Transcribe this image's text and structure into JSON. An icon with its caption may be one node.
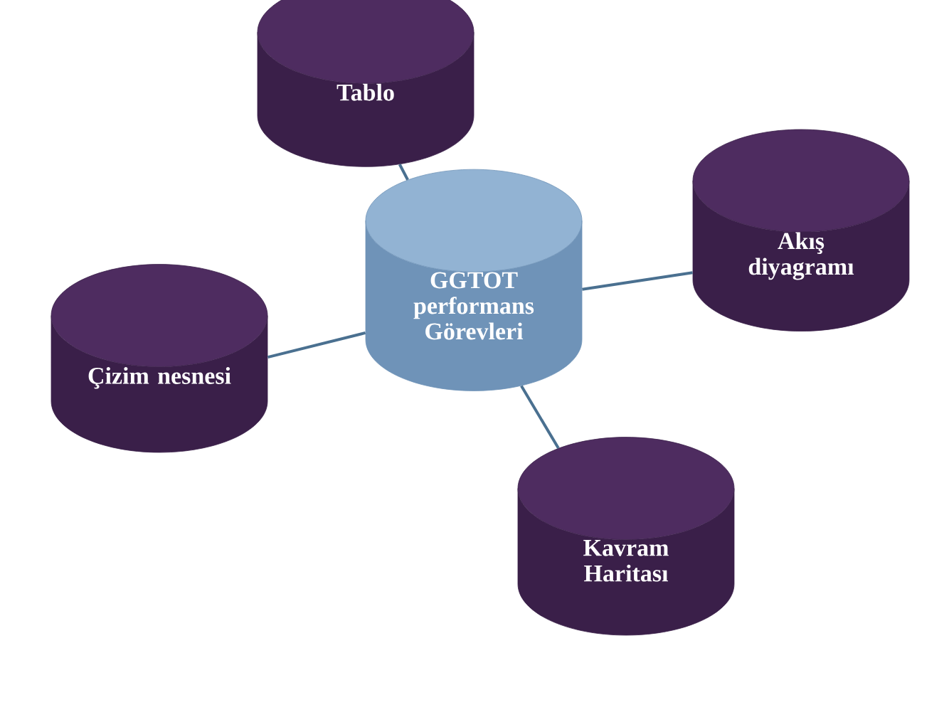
{
  "diagram": {
    "nodes": [
      {
        "text": [
          "Tablo"
        ]
      },
      {
        "text": [
          "Akış diyagramı"
        ]
      },
      {
        "text": [
          "GGTOT performans Görevleri"
        ]
      },
      {
        "text": [
          "Çizim nesnesi"
        ]
      },
      {
        "text": [
          "Kavram Haritası"
        ]
      }
    ],
    "edges": [
      {
        "from": 2,
        "to": 0,
        "arrow": "none"
      },
      {
        "from": 2,
        "to": 1,
        "arrow": "none"
      },
      {
        "from": 2,
        "to": 3,
        "arrow": "none"
      },
      {
        "from": 2,
        "to": 4,
        "arrow": "none"
      }
    ]
  }
}
